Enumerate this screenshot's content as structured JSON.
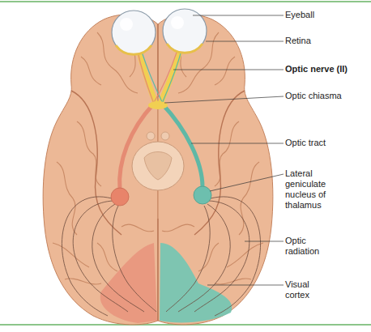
{
  "diagram": {
    "labels": [
      "Eyeball",
      "Retina",
      "Optic nerve (II)",
      "Optic chiasma",
      "Optic tract",
      "Lateral geniculate nucleus of thalamus",
      "Optic radiation",
      "Visual cortex"
    ]
  }
}
